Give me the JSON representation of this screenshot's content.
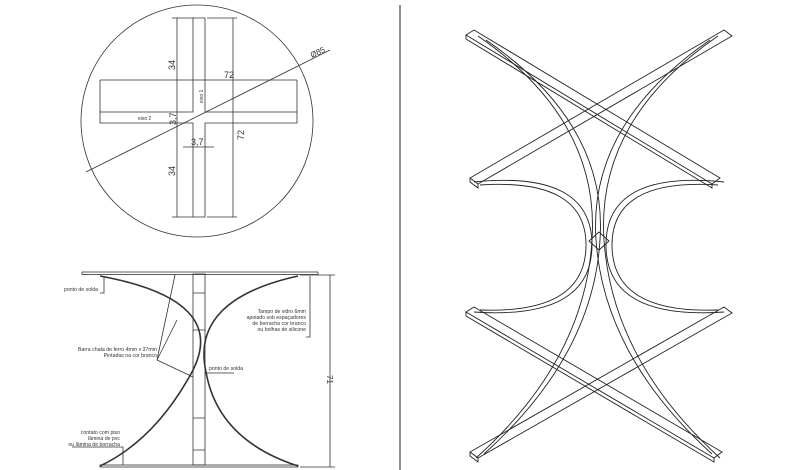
{
  "top_view": {
    "dim_72_horizontal": "72",
    "dim_72_vertical": "72",
    "dim_34_top": "34",
    "dim_34_bottom": "34",
    "dim_37_vertical": "3,7",
    "dim_37_horizontal": "3,7",
    "diameter": "Ø85",
    "axis1": "eixo 1",
    "axis2": "eixo 2"
  },
  "side_view": {
    "weld_point_top": "ponto de solda",
    "weld_point_center": "ponto de solda",
    "glass_top_note": [
      "Tampo de vidro 6mm",
      "apoiado sob espaçadores",
      "de borracha cor branco",
      "ou bolhas de silicone"
    ],
    "bar_note": [
      "Barra chata de ferro 4mm x 37mm",
      "Pintadas na cor branco"
    ],
    "floor_note": [
      "contato com piso",
      "lâmina de pvc",
      "ou lâmina de borracha"
    ],
    "height_dim": "71"
  }
}
